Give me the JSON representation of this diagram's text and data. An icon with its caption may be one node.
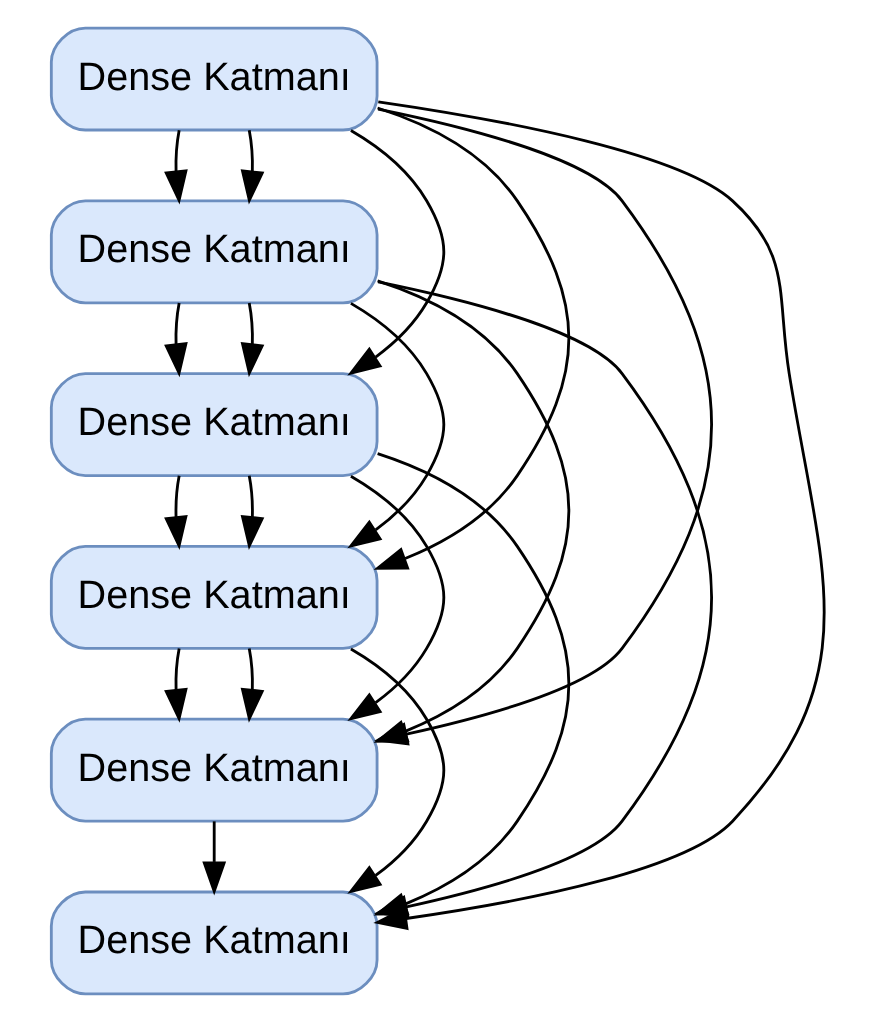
{
  "diagram": {
    "nodes": [
      {
        "text": [
          "Dense Katmanı"
        ]
      },
      {
        "text": [
          "Dense Katmanı"
        ]
      },
      {
        "text": [
          "Dense Katmanı"
        ]
      },
      {
        "text": [
          "Dense Katmanı"
        ]
      },
      {
        "text": [
          "Dense Katmanı"
        ]
      },
      {
        "text": [
          "Dense Katmanı"
        ]
      }
    ],
    "edges": [
      {
        "from": 0,
        "to": 1,
        "arrow": "to"
      },
      {
        "from": 1,
        "to": 2,
        "arrow": "to"
      },
      {
        "from": 2,
        "to": 3,
        "arrow": "to"
      },
      {
        "from": 3,
        "to": 4,
        "arrow": "to"
      },
      {
        "from": 4,
        "to": 5,
        "arrow": "to"
      },
      {
        "from": 0,
        "to": 1,
        "arrow": "to"
      },
      {
        "from": 0,
        "to": 2,
        "arrow": "to"
      },
      {
        "from": 0,
        "to": 3,
        "arrow": "to"
      },
      {
        "from": 0,
        "to": 4,
        "arrow": "to"
      },
      {
        "from": 0,
        "to": 5,
        "arrow": "to"
      },
      {
        "from": 1,
        "to": 2,
        "arrow": "to"
      },
      {
        "from": 1,
        "to": 3,
        "arrow": "to"
      },
      {
        "from": 1,
        "to": 4,
        "arrow": "to"
      },
      {
        "from": 1,
        "to": 5,
        "arrow": "to"
      },
      {
        "from": 2,
        "to": 3,
        "arrow": "to"
      },
      {
        "from": 2,
        "to": 4,
        "arrow": "to"
      },
      {
        "from": 2,
        "to": 5,
        "arrow": "to"
      },
      {
        "from": 3,
        "to": 4,
        "arrow": "to"
      },
      {
        "from": 3,
        "to": 5,
        "arrow": "to"
      }
    ]
  }
}
